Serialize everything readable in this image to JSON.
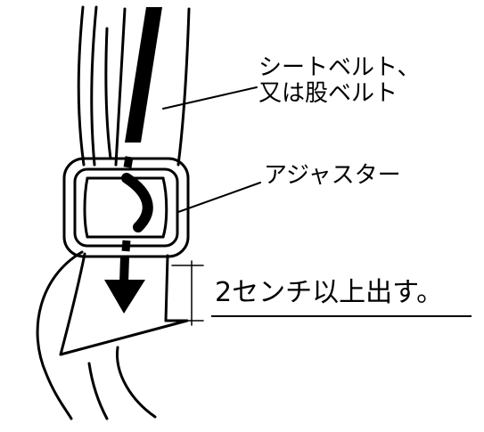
{
  "labels": {
    "belt_line1": "シートベルト、",
    "belt_line2": "又は股ベルト",
    "adjuster": "アジャスター",
    "instruction": "2センチ以上出す。"
  },
  "colors": {
    "line": "#000000",
    "background": "#ffffff"
  }
}
